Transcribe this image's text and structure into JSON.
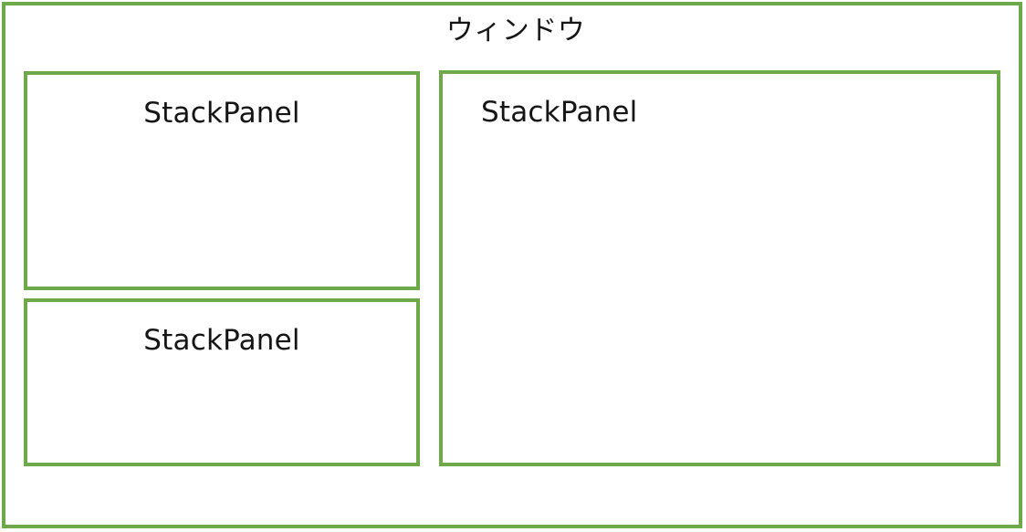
{
  "window": {
    "title": "ウィンドウ",
    "border_color": "#6da84b",
    "background_color": "#ffffff",
    "text_color": "#151515"
  },
  "panels": [
    {
      "id": "left-top",
      "label": "StackPanel",
      "label_align": "center",
      "column": "left",
      "order": 1
    },
    {
      "id": "left-bottom",
      "label": "StackPanel",
      "label_align": "center",
      "column": "left",
      "order": 2
    },
    {
      "id": "right",
      "label": "StackPanel",
      "label_align": "left",
      "column": "right",
      "order": 1
    }
  ]
}
